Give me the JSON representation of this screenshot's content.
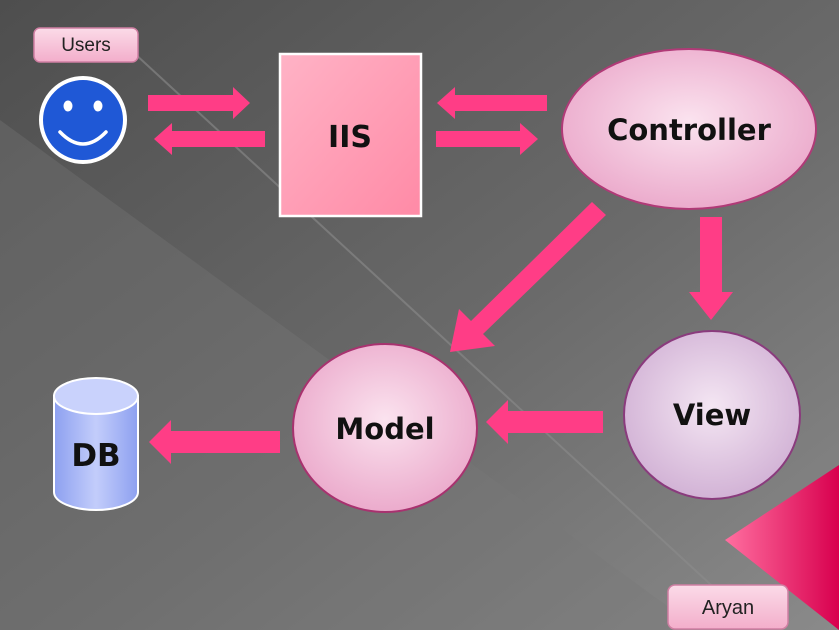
{
  "nodes": {
    "users_label": "Users",
    "iis": "IIS",
    "controller": "Controller",
    "model": "Model",
    "view": "View",
    "db": "DB",
    "author": "Aryan"
  },
  "icons": {
    "user": "smiley-face-icon",
    "database": "database-cylinder-icon"
  },
  "colors": {
    "arrow": "#ff3d86",
    "node_pink": "#f5b6d4",
    "iis_box": "#ff9fb8",
    "view_node": "#e6c8e4",
    "db_blue": "#a9b8f8",
    "smiley_blue": "#1f58d6",
    "tag_pink": "#f7c2d8",
    "accent_triangle": "#e8195e"
  }
}
